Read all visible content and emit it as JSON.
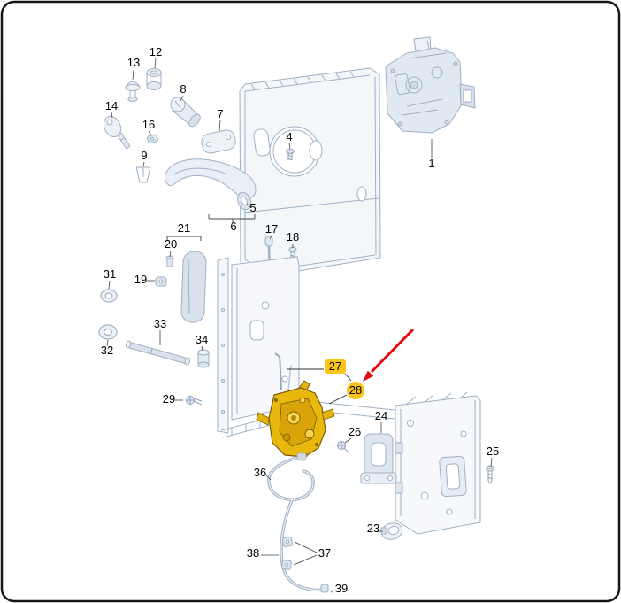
{
  "diagram": {
    "type": "exploded-parts-diagram",
    "callouts": [
      {
        "label": "13",
        "highlighted": false
      },
      {
        "label": "12",
        "highlighted": false
      },
      {
        "label": "8",
        "highlighted": false
      },
      {
        "label": "14",
        "highlighted": false
      },
      {
        "label": "16",
        "highlighted": false
      },
      {
        "label": "9",
        "highlighted": false
      },
      {
        "label": "7",
        "highlighted": false
      },
      {
        "label": "4",
        "highlighted": false
      },
      {
        "label": "5",
        "highlighted": false
      },
      {
        "label": "6",
        "highlighted": false
      },
      {
        "label": "1",
        "highlighted": false
      },
      {
        "label": "21",
        "highlighted": false
      },
      {
        "label": "20",
        "highlighted": false
      },
      {
        "label": "17",
        "highlighted": false
      },
      {
        "label": "18",
        "highlighted": false
      },
      {
        "label": "19",
        "highlighted": false
      },
      {
        "label": "31",
        "highlighted": false
      },
      {
        "label": "32",
        "highlighted": false
      },
      {
        "label": "33",
        "highlighted": false
      },
      {
        "label": "34",
        "highlighted": false
      },
      {
        "label": "29",
        "highlighted": false
      },
      {
        "label": "27",
        "highlighted": true
      },
      {
        "label": "28",
        "highlighted": true
      },
      {
        "label": "26",
        "highlighted": false
      },
      {
        "label": "24",
        "highlighted": false
      },
      {
        "label": "25",
        "highlighted": false
      },
      {
        "label": "36",
        "highlighted": false
      },
      {
        "label": "23",
        "highlighted": false
      },
      {
        "label": "37",
        "highlighted": false
      },
      {
        "label": "38",
        "highlighted": false
      },
      {
        "label": "39",
        "highlighted": false
      }
    ],
    "highlighted_part": {
      "callouts": [
        "27",
        "28"
      ],
      "color": "#e8b80d"
    },
    "annotation_arrow": {
      "color": "#e30613",
      "points_to": "28"
    },
    "colors": {
      "background": "#ffffff",
      "line": "#9fb1c4",
      "label": "#000000",
      "callout_highlight": "#fcc419",
      "part_highlight": "#e8b80d",
      "arrow": "#e30613"
    }
  }
}
